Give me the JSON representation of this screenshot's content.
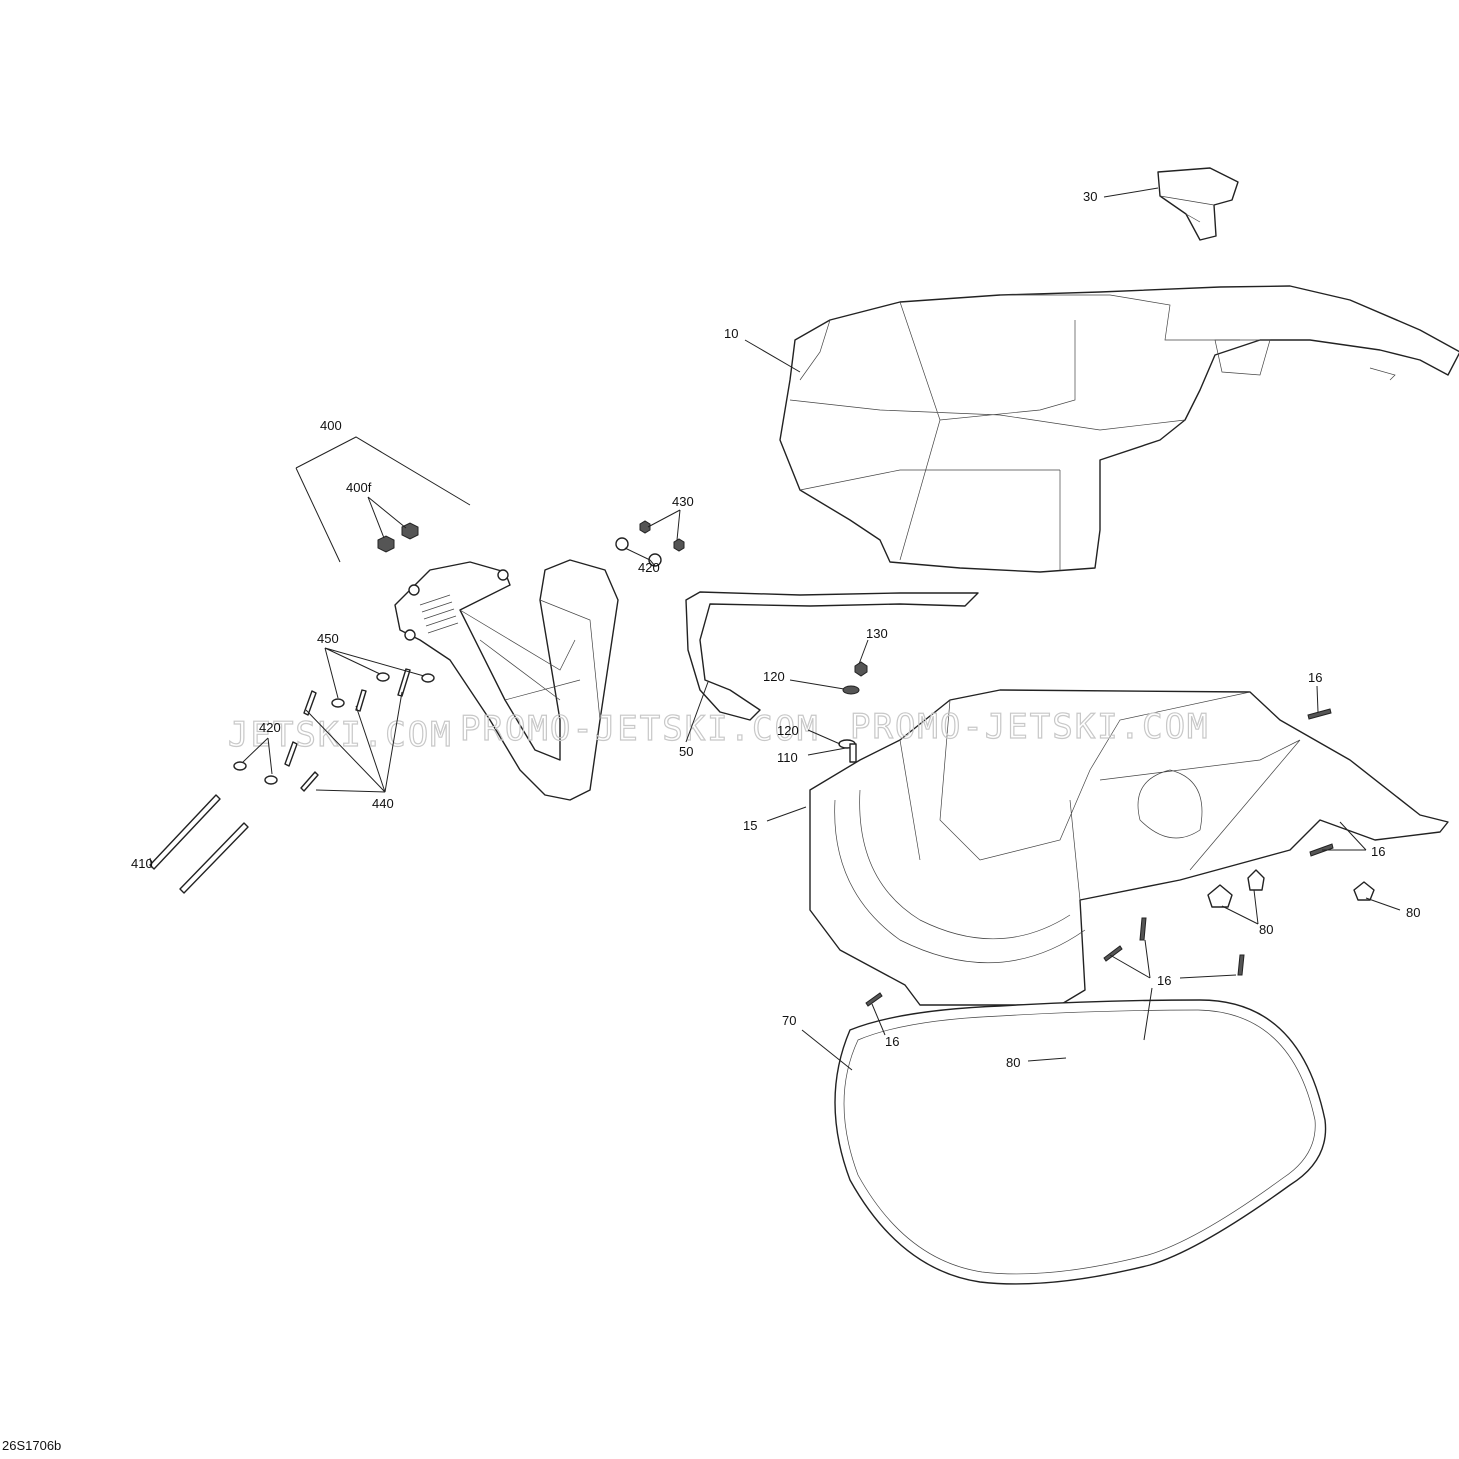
{
  "diagram_id": "26S1706b",
  "watermark": [
    "JETSKI.COM",
    "PROMO-JETSKI.COM",
    "PROMO-JETSKI.COM"
  ],
  "labels": [
    "30",
    "10",
    "400",
    "400f",
    "430",
    "420",
    "450",
    "130",
    "120",
    "120",
    "110",
    "50",
    "420",
    "440",
    "410",
    "15",
    "16",
    "16",
    "80",
    "80",
    "16",
    "16",
    "80",
    "70"
  ]
}
